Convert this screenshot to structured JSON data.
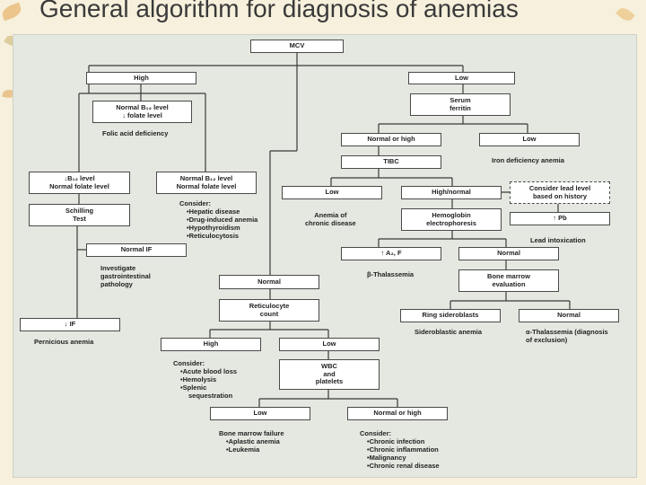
{
  "title": "General algorithm for diagnosis of anemias",
  "nodes": {
    "mcv": "MCV",
    "high": "High",
    "low": "Low",
    "b12_normal_folate_low": [
      "Normal B₁₂ level",
      "↓ folate level"
    ],
    "serum_ferritin": [
      "Serum",
      "ferritin"
    ],
    "ferritin_normal_high": "Normal or high",
    "ferritin_low": "Low",
    "tibc": "TIBC",
    "b12_low_folate_normal": [
      "↓B₁₂ level",
      "Normal folate level"
    ],
    "b12_normal_folate_normal": [
      "Normal B₁₂ level",
      "Normal folate level"
    ],
    "tibc_low": "Low",
    "tibc_high_normal": "High/normal",
    "consider_lead": [
      "Consider lead level",
      "based on history"
    ],
    "schilling": [
      "Schilling",
      "Test"
    ],
    "hb_electrophoresis": [
      "Hemoglobin",
      "electrophoresis"
    ],
    "pb_up": "↑ Pb",
    "normal_if": "Normal IF",
    "a2f_up": "↑ A₂, F",
    "electro_normal": "Normal",
    "bone_marrow_eval": [
      "Bone marrow",
      "evaluation"
    ],
    "mcv_normal": "Normal",
    "reticulocyte": [
      "Reticulocyte",
      "count"
    ],
    "ring_sideroblasts": "Ring sideroblasts",
    "marrow_normal": "Normal",
    "if_low": "↓ IF",
    "retic_high": "High",
    "retic_low": "Low",
    "wbc_platelets": [
      "WBC",
      "and",
      "platelets"
    ],
    "wbc_low": "Low",
    "wbc_normal_high": "Normal or high"
  },
  "notes": {
    "folic_acid": "Folic acid deficiency",
    "iron_deficiency": "Iron deficiency anemia",
    "chronic_disease": [
      "Anemia of",
      "chronic disease"
    ],
    "consider_1_title": "Consider:",
    "consider_1_items": [
      "Hepatic disease",
      "Drug-induced anemia",
      "Hypothyroidism",
      "Reticulocytosis"
    ],
    "lead_intox": "Lead intoxication",
    "investigate_gi": [
      "Investigate",
      "gastrointestinal",
      "pathology"
    ],
    "beta_thal": "β-Thalassemia",
    "sideroblastic": "Sideroblastic anemia",
    "alpha_thal": [
      "α-Thalassemia (diagnosis",
      "of exclusion)"
    ],
    "pernicious": "Pernicious anemia",
    "consider_2_title": "Consider:",
    "consider_2_items": [
      "Acute blood loss",
      "Hemolysis",
      "Splenic",
      "sequestration"
    ],
    "marrow_failure": "Bone marrow failure",
    "marrow_failure_items": [
      "Aplastic anemia",
      "Leukemia"
    ],
    "consider_3_title": "Consider:",
    "consider_3_items": [
      "Chronic infection",
      "Chronic inflammation",
      "Malignancy",
      "Chronic renal disease"
    ]
  }
}
